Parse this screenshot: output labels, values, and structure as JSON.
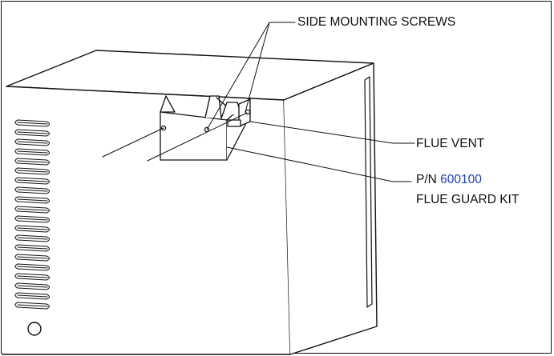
{
  "callouts": {
    "side_mounting_screws": "SIDE MOUNTING SCREWS",
    "flue_vent": "FLUE VENT",
    "pn_prefix": "P/N",
    "pn_number": "600100",
    "flue_guard_kit": "FLUE GUARD KIT"
  },
  "colors": {
    "line": "#111111",
    "link": "#1a3fb8",
    "background": "#ffffff"
  },
  "vent_slot_count": 20
}
